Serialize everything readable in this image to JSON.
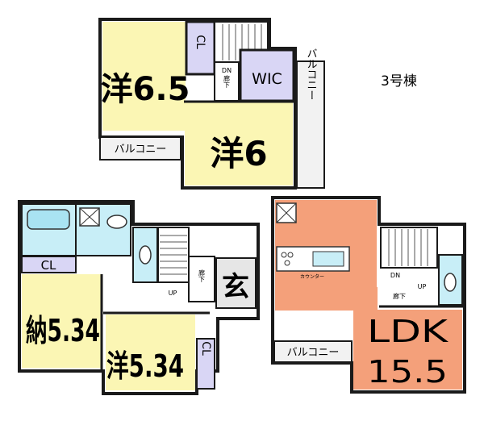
{
  "building": "3号棟",
  "colors": {
    "western_room": "#fbf6b4",
    "ldk": "#f4a07a",
    "wet_area": "#c8eef7",
    "closet": "#d9d6f5",
    "balcony": "#f2f2f2",
    "hall": "#ffffff",
    "wall": "#1a1a1a"
  },
  "third_floor": {
    "room_a": "洋6.5",
    "closet": "CL",
    "stair_dn": "DN",
    "hall": "廊下",
    "wic": "WIC",
    "room_b": "洋6",
    "balcony_bottom": "バルコニー",
    "balcony_right": "バルコニー"
  },
  "first_floor": {
    "storage_room": "納5.34",
    "closet_top": "CL",
    "room": "洋5.34",
    "closet_right": "CL",
    "stair_up": "UP",
    "hall": "廊下",
    "entrance": "玄"
  },
  "second_floor": {
    "ldk_line1": "LDK",
    "ldk_line2": "15.5",
    "counter": "カウンター",
    "balcony": "バルコニー",
    "stair_dn": "DN",
    "stair_up": "UP",
    "hall": "廊下"
  }
}
